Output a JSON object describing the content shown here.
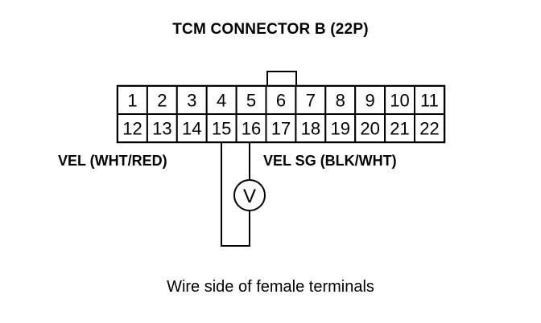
{
  "title": "TCM CONNECTOR B (22P)",
  "connector": {
    "top_row": [
      "1",
      "2",
      "3",
      "4",
      "5",
      "6",
      "7",
      "8",
      "9",
      "10",
      "11"
    ],
    "bottom_row": [
      "12",
      "13",
      "14",
      "15",
      "16",
      "17",
      "18",
      "19",
      "20",
      "21",
      "22"
    ]
  },
  "labels": {
    "left": "VEL (WHT/RED)",
    "right": "VEL SG (BLK/WHT)"
  },
  "meter_symbol": "V",
  "caption": "Wire side of female terminals"
}
